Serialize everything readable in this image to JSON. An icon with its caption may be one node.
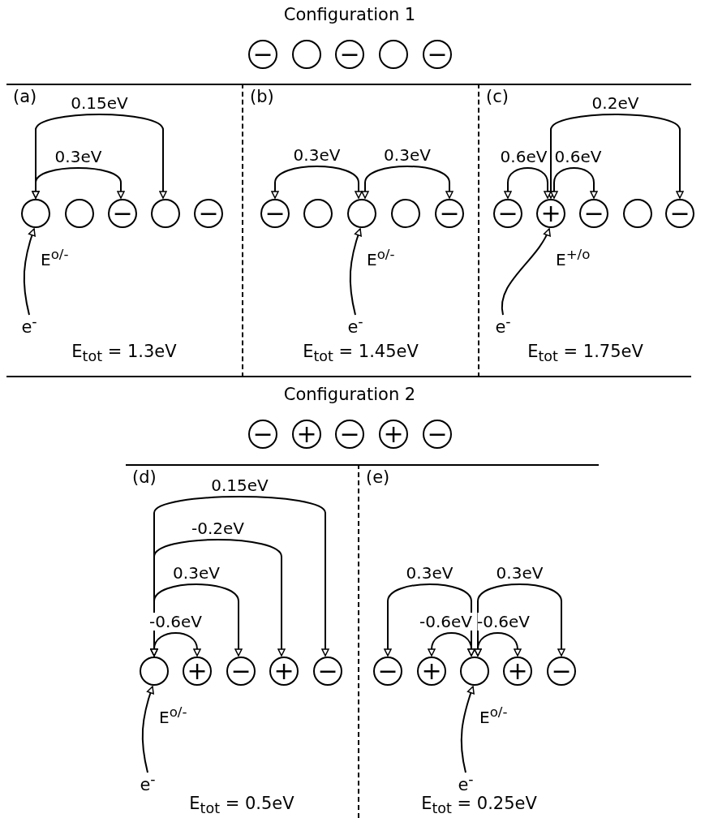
{
  "diagram": {
    "nodes": [
      {
        "text": [
          "−"
        ]
      },
      {
        "text": [],
        "shape": "circle"
      },
      {
        "text": [
          "−"
        ]
      },
      {
        "text": [],
        "shape": "circle"
      },
      {
        "text": [
          "−"
        ]
      },
      {
        "text": [
          "(a)",
          "E$_{tot}$ = 1.3eV"
        ]
      },
      {
        "text": [],
        "shape": "circle",
        "in": 5
      },
      {
        "text": [],
        "shape": "circle",
        "in": 5
      },
      {
        "text": [
          "−"
        ],
        "in": 5
      },
      {
        "text": [],
        "shape": "circle",
        "in": 5
      },
      {
        "text": [
          "−"
        ],
        "in": 5
      },
      {
        "text": [
          "e$^{-}$"
        ],
        "in": 5
      },
      {
        "text": [
          "(b)",
          "E$_{tot}$ = 1.45eV"
        ]
      },
      {
        "text": [
          "−"
        ],
        "in": 12
      },
      {
        "text": [],
        "shape": "circle",
        "in": 12
      },
      {
        "text": [],
        "shape": "circle",
        "in": 12
      },
      {
        "text": [],
        "shape": "circle",
        "in": 12
      },
      {
        "text": [
          "−"
        ],
        "in": 12
      },
      {
        "text": [
          "e$^{-}$"
        ],
        "in": 12
      },
      {
        "text": [
          "(c)",
          "E$_{tot}$ = 1.75eV"
        ]
      },
      {
        "text": [
          "−"
        ],
        "in": 19
      },
      {
        "text": [
          "+"
        ],
        "in": 19
      },
      {
        "text": [
          "−"
        ],
        "in": 19
      },
      {
        "text": [],
        "shape": "circle",
        "in": 19
      },
      {
        "text": [
          "−"
        ],
        "in": 19
      },
      {
        "text": [
          "e$^{-}$"
        ],
        "in": 19
      },
      {
        "text": [
          "−"
        ]
      },
      {
        "text": [
          "+"
        ]
      },
      {
        "text": [
          "−"
        ]
      },
      {
        "text": [
          "+"
        ]
      },
      {
        "text": [
          "−"
        ]
      },
      {
        "text": [
          "(d)",
          "E$_{tot}$ = 0.5eV"
        ]
      },
      {
        "text": [],
        "shape": "circle",
        "in": 31
      },
      {
        "text": [
          "+"
        ],
        "in": 31
      },
      {
        "text": [
          "−"
        ],
        "in": 31
      },
      {
        "text": [
          "+"
        ],
        "in": 31
      },
      {
        "text": [
          "−"
        ],
        "in": 31
      },
      {
        "text": [
          "e$^{-}$"
        ],
        "in": 31
      },
      {
        "text": [
          "(e)",
          "E$_{tot}$ = 0.25eV"
        ]
      },
      {
        "text": [
          "−"
        ],
        "in": 38
      },
      {
        "text": [
          "+"
        ],
        "in": 38
      },
      {
        "text": [],
        "shape": "circle",
        "in": 38
      },
      {
        "text": [
          "+"
        ],
        "in": 38
      },
      {
        "text": [
          "−"
        ],
        "in": 38
      },
      {
        "text": [
          "e$^{-}$"
        ],
        "in": 38
      }
    ],
    "edges": [
      {
        "from": 6,
        "to": 9,
        "arrow": "both",
        "label": "0.15eV"
      },
      {
        "from": 6,
        "to": 8,
        "arrow": "both",
        "label": "0.3eV"
      },
      {
        "from": 11,
        "to": 6,
        "arrow": "to",
        "label": "E$^{o/-}$"
      },
      {
        "from": 13,
        "to": 15,
        "arrow": "both",
        "label": "0.3eV"
      },
      {
        "from": 15,
        "to": 17,
        "arrow": "both",
        "label": "0.3eV"
      },
      {
        "from": 18,
        "to": 15,
        "arrow": "to",
        "label": "E$^{o/-}$"
      },
      {
        "from": 21,
        "to": 24,
        "arrow": "both",
        "label": "0.2eV"
      },
      {
        "from": 20,
        "to": 21,
        "arrow": "both",
        "label": "0.6eV"
      },
      {
        "from": 21,
        "to": 22,
        "arrow": "both",
        "label": "0.6eV"
      },
      {
        "from": 25,
        "to": 21,
        "arrow": "to",
        "label": "E$^{+/o}$"
      },
      {
        "from": 32,
        "to": 36,
        "arrow": "both",
        "label": "0.15eV"
      },
      {
        "from": 32,
        "to": 35,
        "arrow": "both",
        "label": "-0.2eV"
      },
      {
        "from": 32,
        "to": 34,
        "arrow": "both",
        "label": "0.3eV"
      },
      {
        "from": 32,
        "to": 33,
        "arrow": "both",
        "label": "-0.6eV"
      },
      {
        "from": 37,
        "to": 32,
        "arrow": "to",
        "label": "E$^{o/-}$"
      },
      {
        "from": 39,
        "to": 41,
        "arrow": "both",
        "label": "0.3eV"
      },
      {
        "from": 41,
        "to": 43,
        "arrow": "both",
        "label": "0.3eV"
      },
      {
        "from": 40,
        "to": 41,
        "arrow": "both",
        "label": "-0.6eV"
      },
      {
        "from": 41,
        "to": 42,
        "arrow": "both",
        "label": "-0.6eV"
      },
      {
        "from": 44,
        "to": 41,
        "arrow": "to",
        "label": "E$^{o/-}$"
      }
    ],
    "labels": [
      "Configuration 1",
      "Configuration 2"
    ]
  }
}
